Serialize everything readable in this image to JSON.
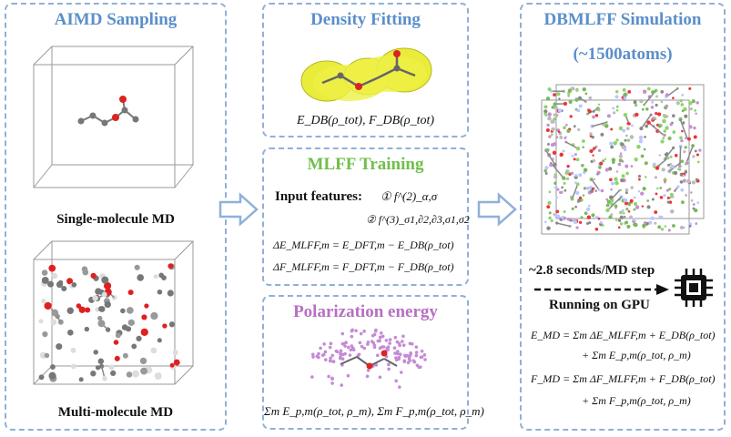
{
  "colors": {
    "blue_title": "#5b8fc9",
    "green_title": "#6fbf4a",
    "purple_title": "#b76fc2",
    "panel_border": "#8fb0d9",
    "arrow": "#8fb0d9"
  },
  "aimd": {
    "title": "AIMD Sampling",
    "single_label": "Single-molecule MD",
    "multi_label": "Multi-molecule MD"
  },
  "density": {
    "title": "Density Fitting",
    "equation": "E_DB(ρ_tot), F_DB(ρ_tot)"
  },
  "mlff": {
    "title": "MLFF Training",
    "input_features_label": "Input features:",
    "feature1": "① f^(2)_α,σ",
    "feature2": "② f^(3)_σ1,∂2,∂3,σ1,σ2",
    "eq_energy": "ΔE_MLFF,m = E_DFT,m − E_DB(ρ_tot)",
    "eq_force": "ΔF_MLFF,m = F_DFT,m − F_DB(ρ_tot)"
  },
  "polarization": {
    "title": "Polarization energy",
    "equation": "Σm E_p,m(ρ_tot, ρ_m), Σm F_p,m(ρ_tot, ρ_m)"
  },
  "dbmlff": {
    "title_line1": "DBMLFF Simulation",
    "title_line2": "(~1500atoms)",
    "speed_label": "~2.8 seconds/MD step",
    "gpu_label": "Running on GPU",
    "eq_E_md_line1": "E_MD = Σm ΔE_MLFF,m + E_DB(ρ_tot)",
    "eq_E_md_line2": "+ Σm E_p,m(ρ_tot, ρ_m)",
    "eq_F_md_line1": "F_MD = Σm ΔF_MLFF,m + F_DB(ρ_tot)",
    "eq_F_md_line2": "+ Σm F_p,m(ρ_tot, ρ_m)"
  }
}
